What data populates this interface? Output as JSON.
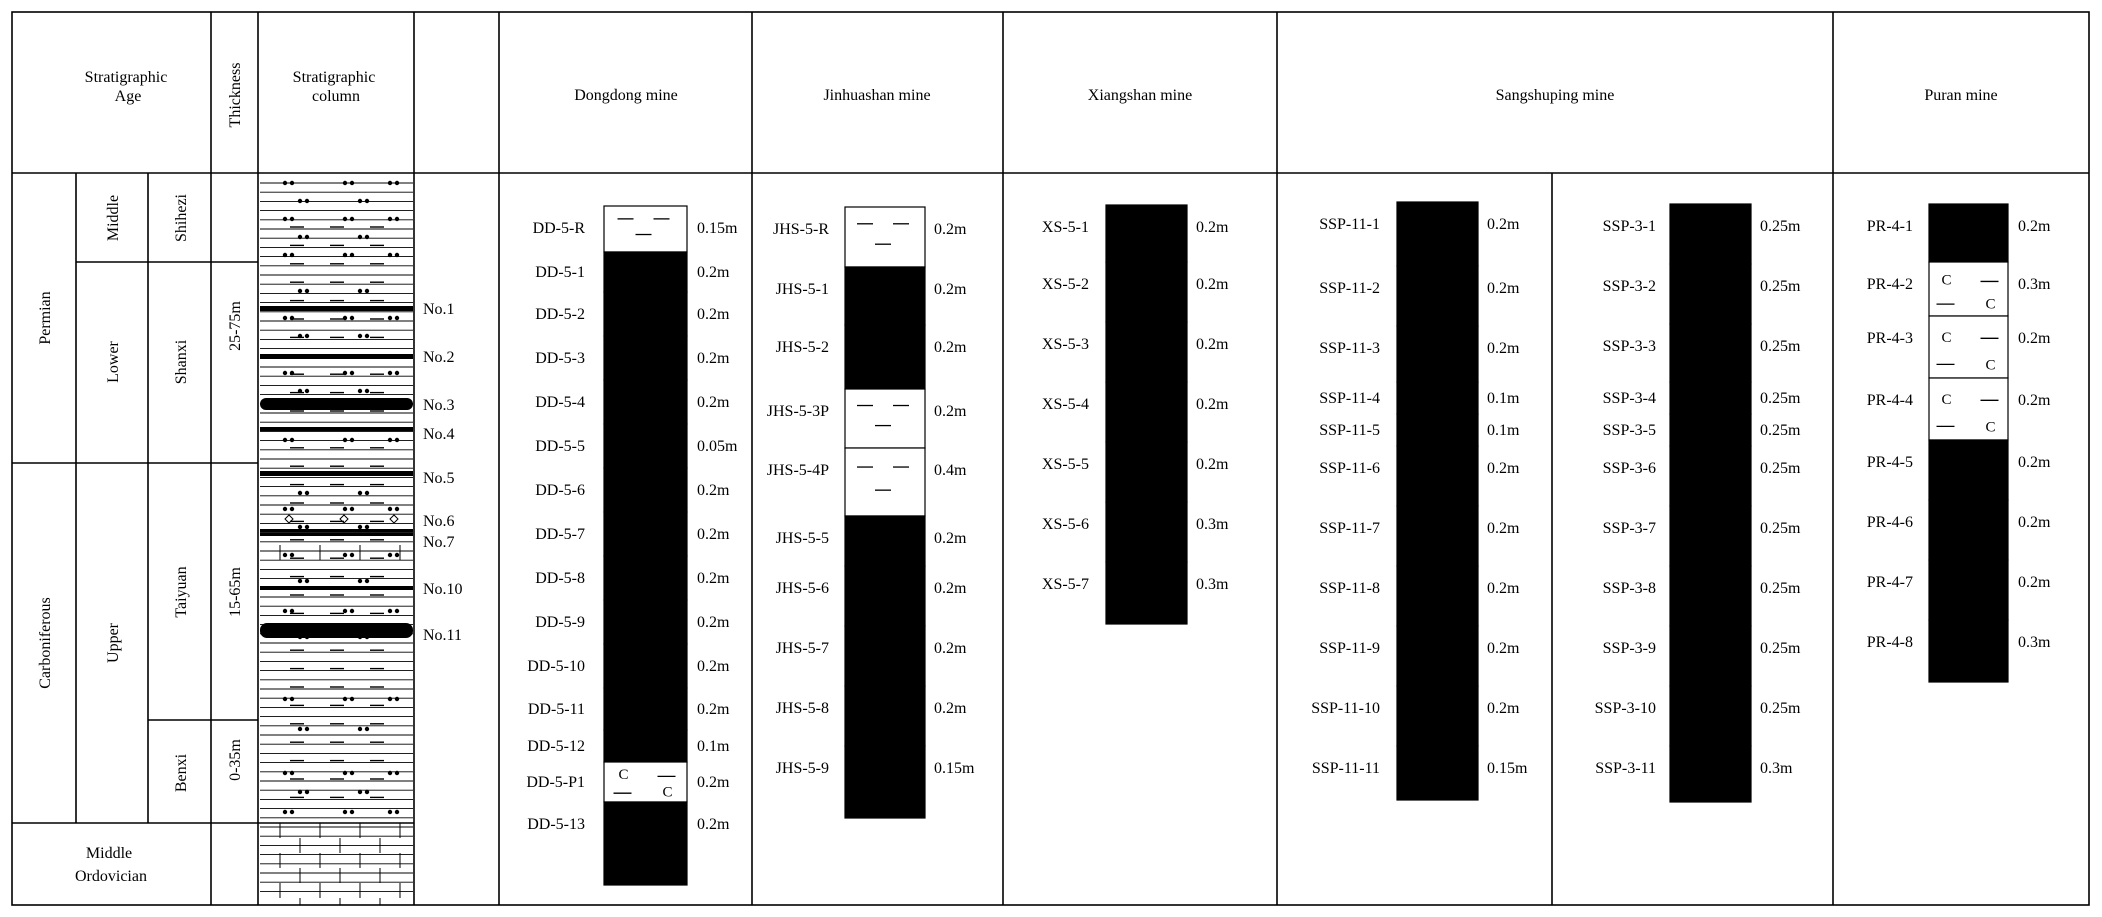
{
  "header": {
    "strat_age": [
      "Stratigraphic",
      "Age"
    ],
    "thickness": "Thickness",
    "strat_column": [
      "Stratigraphic",
      "column"
    ]
  },
  "mines": {
    "dongdong": "Dongdong mine",
    "jinhuashan": "Jinhuashan mine",
    "xiangshan": "Xiangshan mine",
    "sangshuping": "Sangshuping mine",
    "puran": "Puran mine"
  },
  "age": {
    "systems": [
      "Permian",
      "Carboniferous"
    ],
    "series": [
      "Middle",
      "Lower",
      "Upper"
    ],
    "formations": [
      "Shihezi",
      "Shanxi",
      "Taiyuan",
      "Benxi"
    ],
    "base": [
      "Middle",
      "Ordovician"
    ]
  },
  "thickness_values": [
    "25-75m",
    "15-65m",
    "0-35m"
  ],
  "coal_seam_labels": [
    "No.1",
    "No.2",
    "No.3",
    "No.4",
    "No.5",
    "No.6",
    "No.7",
    "No.10",
    "No.11"
  ],
  "lithology_symbols": {
    "carbonaceous": "C"
  },
  "sections": [
    {
      "id": "dongdong",
      "samples": [
        {
          "name": "DD-5-R",
          "thickness": "0.15m",
          "type": "roof"
        },
        {
          "name": "DD-5-1",
          "thickness": "0.2m",
          "type": "coal"
        },
        {
          "name": "DD-5-2",
          "thickness": "0.2m",
          "type": "coal"
        },
        {
          "name": "DD-5-3",
          "thickness": "0.2m",
          "type": "coal"
        },
        {
          "name": "DD-5-4",
          "thickness": "0.2m",
          "type": "coal"
        },
        {
          "name": "DD-5-5",
          "thickness": "0.05m",
          "type": "coal"
        },
        {
          "name": "DD-5-6",
          "thickness": "0.2m",
          "type": "coal"
        },
        {
          "name": "DD-5-7",
          "thickness": "0.2m",
          "type": "coal"
        },
        {
          "name": "DD-5-8",
          "thickness": "0.2m",
          "type": "coal"
        },
        {
          "name": "DD-5-9",
          "thickness": "0.2m",
          "type": "coal"
        },
        {
          "name": "DD-5-10",
          "thickness": "0.2m",
          "type": "coal"
        },
        {
          "name": "DD-5-11",
          "thickness": "0.2m",
          "type": "coal"
        },
        {
          "name": "DD-5-12",
          "thickness": "0.1m",
          "type": "coal"
        },
        {
          "name": "DD-5-P1",
          "thickness": "0.2m",
          "type": "parting"
        },
        {
          "name": "DD-5-13",
          "thickness": "0.2m",
          "type": "coal"
        }
      ]
    },
    {
      "id": "jinhuashan",
      "samples": [
        {
          "name": "JHS-5-R",
          "thickness": "0.2m",
          "type": "roof"
        },
        {
          "name": "JHS-5-1",
          "thickness": "0.2m",
          "type": "coal"
        },
        {
          "name": "JHS-5-2",
          "thickness": "0.2m",
          "type": "coal"
        },
        {
          "name": "JHS-5-3P",
          "thickness": "0.2m",
          "type": "roof"
        },
        {
          "name": "JHS-5-4P",
          "thickness": "0.4m",
          "type": "roof"
        },
        {
          "name": "JHS-5-5",
          "thickness": "0.2m",
          "type": "coal"
        },
        {
          "name": "JHS-5-6",
          "thickness": "0.2m",
          "type": "coal"
        },
        {
          "name": "JHS-5-7",
          "thickness": "0.2m",
          "type": "coal"
        },
        {
          "name": "JHS-5-8",
          "thickness": "0.2m",
          "type": "coal"
        },
        {
          "name": "JHS-5-9",
          "thickness": "0.15m",
          "type": "coal"
        }
      ]
    },
    {
      "id": "xiangshan",
      "samples": [
        {
          "name": "XS-5-1",
          "thickness": "0.2m",
          "type": "coal"
        },
        {
          "name": "XS-5-2",
          "thickness": "0.2m",
          "type": "coal"
        },
        {
          "name": "XS-5-3",
          "thickness": "0.2m",
          "type": "coal"
        },
        {
          "name": "XS-5-4",
          "thickness": "0.2m",
          "type": "coal"
        },
        {
          "name": "XS-5-5",
          "thickness": "0.2m",
          "type": "coal"
        },
        {
          "name": "XS-5-6",
          "thickness": "0.3m",
          "type": "coal"
        },
        {
          "name": "XS-5-7",
          "thickness": "0.3m",
          "type": "coal"
        }
      ]
    },
    {
      "id": "sangshuping-11",
      "samples": [
        {
          "name": "SSP-11-1",
          "thickness": "0.2m",
          "type": "coal"
        },
        {
          "name": "SSP-11-2",
          "thickness": "0.2m",
          "type": "coal"
        },
        {
          "name": "SSP-11-3",
          "thickness": "0.2m",
          "type": "coal"
        },
        {
          "name": "SSP-11-4",
          "thickness": "0.1m",
          "type": "coal"
        },
        {
          "name": "SSP-11-5",
          "thickness": "0.1m",
          "type": "coal"
        },
        {
          "name": "SSP-11-6",
          "thickness": "0.2m",
          "type": "coal"
        },
        {
          "name": "SSP-11-7",
          "thickness": "0.2m",
          "type": "coal"
        },
        {
          "name": "SSP-11-8",
          "thickness": "0.2m",
          "type": "coal"
        },
        {
          "name": "SSP-11-9",
          "thickness": "0.2m",
          "type": "coal"
        },
        {
          "name": "SSP-11-10",
          "thickness": "0.2m",
          "type": "coal"
        },
        {
          "name": "SSP-11-11",
          "thickness": "0.15m",
          "type": "coal"
        }
      ]
    },
    {
      "id": "sangshuping-3",
      "samples": [
        {
          "name": "SSP-3-1",
          "thickness": "0.25m",
          "type": "coal"
        },
        {
          "name": "SSP-3-2",
          "thickness": "0.25m",
          "type": "coal"
        },
        {
          "name": "SSP-3-3",
          "thickness": "0.25m",
          "type": "coal"
        },
        {
          "name": "SSP-3-4",
          "thickness": "0.25m",
          "type": "coal"
        },
        {
          "name": "SSP-3-5",
          "thickness": "0.25m",
          "type": "coal"
        },
        {
          "name": "SSP-3-6",
          "thickness": "0.25m",
          "type": "coal"
        },
        {
          "name": "SSP-3-7",
          "thickness": "0.25m",
          "type": "coal"
        },
        {
          "name": "SSP-3-8",
          "thickness": "0.25m",
          "type": "coal"
        },
        {
          "name": "SSP-3-9",
          "thickness": "0.25m",
          "type": "coal"
        },
        {
          "name": "SSP-3-10",
          "thickness": "0.25m",
          "type": "coal"
        },
        {
          "name": "SSP-3-11",
          "thickness": "0.3m",
          "type": "coal"
        }
      ]
    },
    {
      "id": "puran",
      "samples": [
        {
          "name": "PR-4-1",
          "thickness": "0.2m",
          "type": "coal"
        },
        {
          "name": "PR-4-2",
          "thickness": "0.3m",
          "type": "parting"
        },
        {
          "name": "PR-4-3",
          "thickness": "0.2m",
          "type": "parting"
        },
        {
          "name": "PR-4-4",
          "thickness": "0.2m",
          "type": "parting"
        },
        {
          "name": "PR-4-5",
          "thickness": "0.2m",
          "type": "coal"
        },
        {
          "name": "PR-4-6",
          "thickness": "0.2m",
          "type": "coal"
        },
        {
          "name": "PR-4-7",
          "thickness": "0.2m",
          "type": "coal"
        },
        {
          "name": "PR-4-8",
          "thickness": "0.3m",
          "type": "coal"
        }
      ]
    }
  ]
}
